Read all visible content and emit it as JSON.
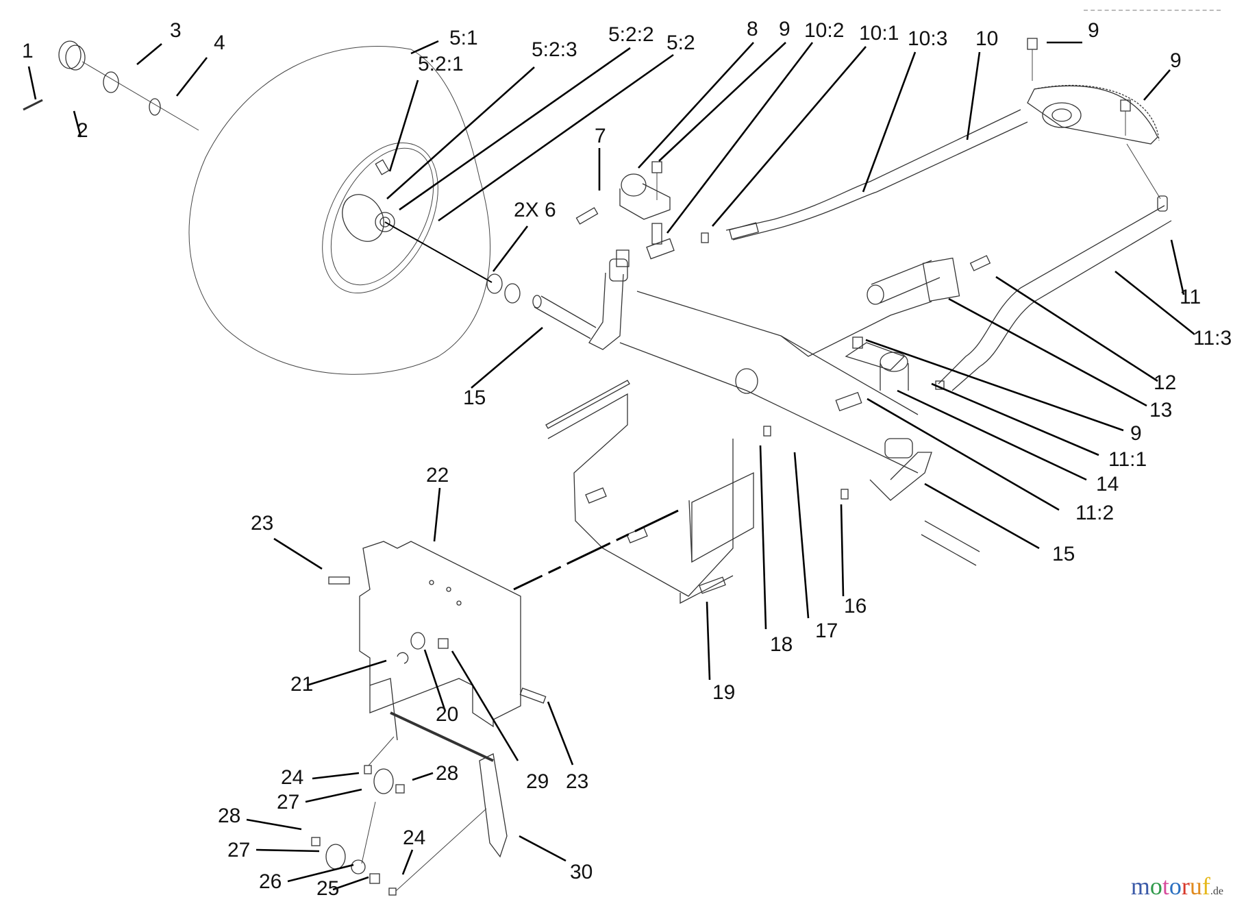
{
  "diagram": {
    "title": "Front axle / steering assembly exploded parts diagram",
    "callouts": [
      "1",
      "2",
      "3",
      "4",
      "5:1",
      "5:2:1",
      "5:2:3",
      "5:2:2",
      "5:2",
      "8",
      "9",
      "10:2",
      "10:1",
      "10:3",
      "10",
      "9",
      "9",
      "7",
      "2X 6",
      "11",
      "11:3",
      "12",
      "13",
      "9",
      "11:1",
      "14",
      "11:2",
      "15",
      "15",
      "16",
      "17",
      "18",
      "19",
      "22",
      "23",
      "21",
      "20",
      "29",
      "23",
      "24",
      "28",
      "27",
      "28",
      "27",
      "24",
      "26",
      "25",
      "30"
    ]
  },
  "watermark": {
    "letters": [
      {
        "ch": "m",
        "color": "#3b5aa8"
      },
      {
        "ch": "o",
        "color": "#2f9a4a"
      },
      {
        "ch": "t",
        "color": "#d84b9c"
      },
      {
        "ch": "o",
        "color": "#2a6fc0"
      },
      {
        "ch": "r",
        "color": "#d8392b"
      },
      {
        "ch": "u",
        "color": "#e08a1e"
      },
      {
        "ch": "f",
        "color": "#e6b81a"
      }
    ],
    "suffix": ".de"
  }
}
